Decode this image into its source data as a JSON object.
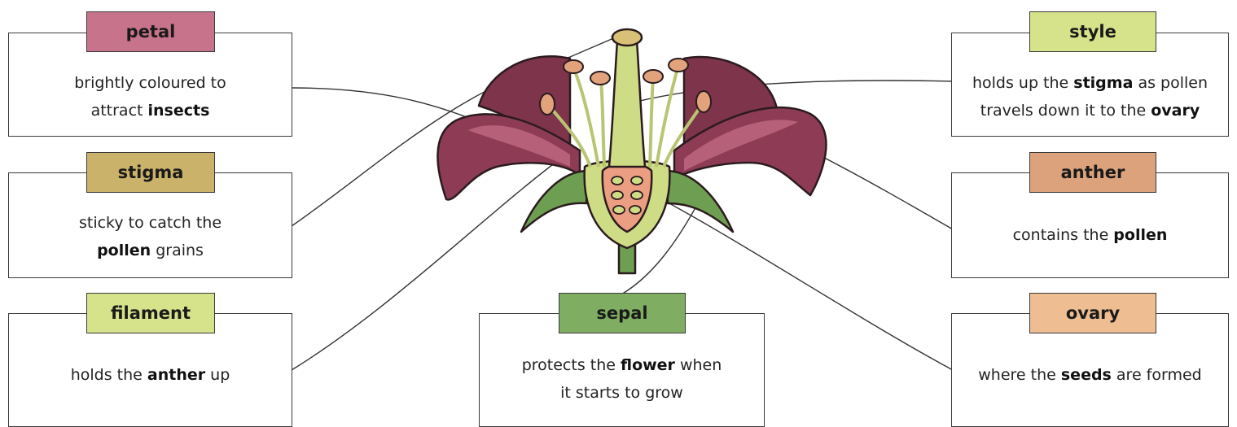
{
  "colors": {
    "petal_tag": "#c7738b",
    "stigma_tag": "#cbb26a",
    "filament_tag": "#d6e38a",
    "sepal_tag": "#7fae62",
    "style_tag": "#d6e38a",
    "anther_tag": "#dca27c",
    "ovary_tag": "#efbd92",
    "petal_fill": "#8e3c55",
    "petal_highlight": "#b6607a",
    "style_fill": "#cfdc86",
    "ovary_fill": "#ec9e82",
    "sepal_fill": "#6e9e52"
  },
  "labels": {
    "petal": {
      "title": "petal",
      "line1_a": "brightly coloured to",
      "line2_a": "attract ",
      "line2_b": "insects"
    },
    "stigma": {
      "title": "stigma",
      "line1_a": "sticky to catch the",
      "line2_b": "pollen",
      "line2_c": " grains"
    },
    "filament": {
      "title": "filament",
      "line1_a": "holds the ",
      "line1_b": "anther",
      "line1_c": " up"
    },
    "sepal": {
      "title": "sepal",
      "line1_a": "protects the ",
      "line1_b": "flower",
      "line1_c": " when",
      "line2_a": "it starts to grow"
    },
    "style": {
      "title": "style",
      "line1_a": "holds up the ",
      "line1_b": "stigma",
      "line1_c": " as pollen",
      "line2_a": "travels down it to the ",
      "line2_b": "ovary"
    },
    "anther": {
      "title": "anther",
      "line1_a": "contains the ",
      "line1_b": "pollen"
    },
    "ovary": {
      "title": "ovary",
      "line1_a": "where the ",
      "line1_b": "seeds",
      "line1_c": " are formed"
    }
  },
  "icons": {
    "flower": "flower-cross-section-illustration"
  }
}
